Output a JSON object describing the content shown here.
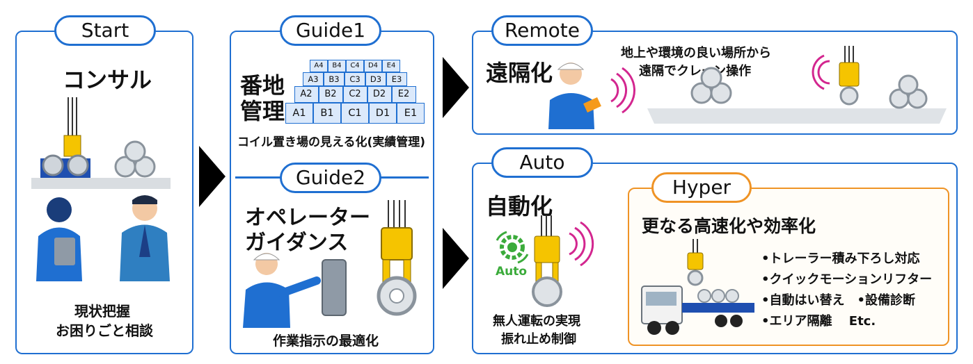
{
  "start": {
    "label": "Start",
    "title": "コンサル",
    "caption_line1": "現状把握",
    "caption_line2": "お困りごと相談"
  },
  "guide1": {
    "label": "Guide1",
    "title_line1": "番地",
    "title_line2": "管理",
    "grid_rows": [
      [
        "A4",
        "B4",
        "C4",
        "D4",
        "E4"
      ],
      [
        "A3",
        "B3",
        "C3",
        "D3",
        "E3"
      ],
      [
        "A2",
        "B2",
        "C2",
        "D2",
        "E2"
      ],
      [
        "A1",
        "B1",
        "C1",
        "D1",
        "E1"
      ]
    ],
    "caption": "コイル置き場の見える化(実績管理)"
  },
  "guide2": {
    "label": "Guide2",
    "title_line1": "オペレーター",
    "title_line2": "ガイダンス",
    "caption": "作業指示の最適化"
  },
  "remote": {
    "label": "Remote",
    "title": "遠隔化",
    "desc_line1": "地上や環境の良い場所から",
    "desc_line2": "遠隔でクレーン操作"
  },
  "auto": {
    "label": "Auto",
    "title": "自動化",
    "icon_label": "Auto",
    "caption_line1": "無人運転の実現",
    "caption_line2": "振れ止め制御"
  },
  "hyper": {
    "label": "Hyper",
    "title": "更なる高速化や効率化",
    "bullets": [
      "•トレーラー積み下ろし対応",
      "•クイックモーションリフター",
      "•自動はい替え　•設備診断",
      "•エリア隔離　 Etc."
    ]
  },
  "colors": {
    "blue": "#1f6fd1",
    "orange": "#ef9325",
    "yellow": "#f5c400",
    "magenta": "#d3268f",
    "green": "#3bab3b"
  }
}
